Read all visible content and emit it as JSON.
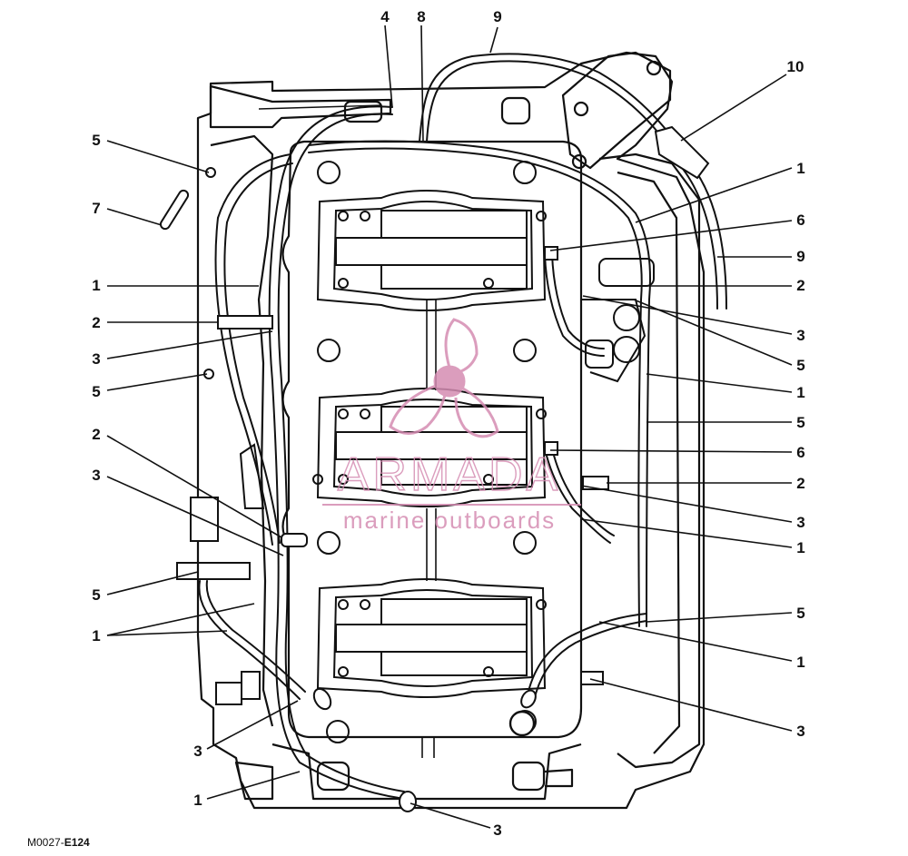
{
  "figure_ref": {
    "prefix": "M0027-",
    "suffix": "E124"
  },
  "watermark": {
    "brand": "ARMADA",
    "tagline": "marine outboards",
    "color": "#d58cb2"
  },
  "callouts": {
    "c4": "4",
    "c8": "8",
    "c9_top": "9",
    "c10": "10",
    "c5_l1": "5",
    "c7": "7",
    "c1_l1": "1",
    "c2_l1": "2",
    "c3_l1": "3",
    "c5_l2": "5",
    "c2_l2": "2",
    "c3_l2": "3",
    "c5_l3": "5",
    "c1_l2": "1",
    "c3_l3": "3",
    "c1_l3": "1",
    "c3_bottom": "3",
    "c1_r1": "1",
    "c6_r1": "6",
    "c9_r": "9",
    "c2_r1": "2",
    "c3_r1": "3",
    "c5_r1": "5",
    "c1_r2": "1",
    "c5_r2": "5",
    "c6_r2": "6",
    "c2_r2": "2",
    "c3_r2": "3",
    "c1_r3": "1",
    "c5_r3": "5",
    "c1_r4": "1",
    "c3_r3": "3"
  }
}
